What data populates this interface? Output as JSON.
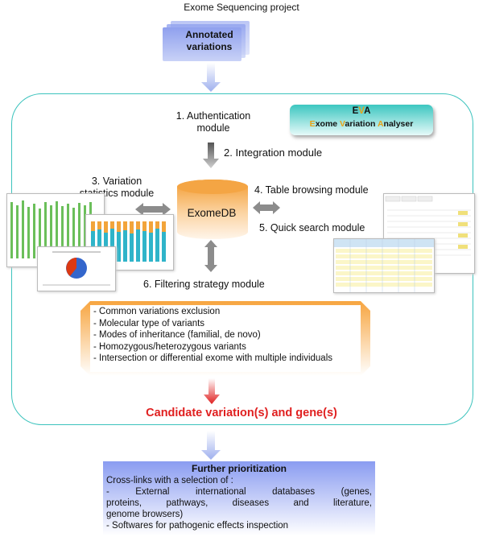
{
  "header": {
    "project": "Exome Sequencing project",
    "input_label": "Annotated variations"
  },
  "eva": {
    "title_parts": [
      "E",
      "V",
      "A"
    ],
    "subtitle_parts": [
      "E",
      "xome ",
      "V",
      "ariation ",
      "A",
      "nalyser"
    ]
  },
  "modules": {
    "authentication": [
      "1. Authentication",
      "module"
    ],
    "integration": "2. Integration module",
    "variation_stats": [
      "3. Variation",
      "statistics module"
    ],
    "table_browsing": "4. Table browsing module",
    "quick_search": "5. Quick search module",
    "filtering": "6. Filtering strategy module"
  },
  "database": "ExomeDB",
  "filters": [
    "- Common variations exclusion",
    "- Molecular type of variants",
    "- Modes of inheritance (familial, de novo)",
    "- Homozygous/heterozygous variants",
    "- Intersection or differential exome with multiple individuals"
  ],
  "candidate": "Candidate variation(s) and gene(s)",
  "prioritization": {
    "title": "Further prioritization",
    "intro": "Cross-links with a selection of :",
    "item1_lines": [
      "- External international databases (genes,",
      "proteins, pathways, diseases and literature,"
    ],
    "item1_last": "genome browsers)",
    "item2": "- Softwares for pathogenic effects inspection"
  },
  "colors": {
    "frame": "#3cc3bd",
    "candidate": "#e02020",
    "accent": "#e8a317",
    "db": "#f5a53a"
  }
}
